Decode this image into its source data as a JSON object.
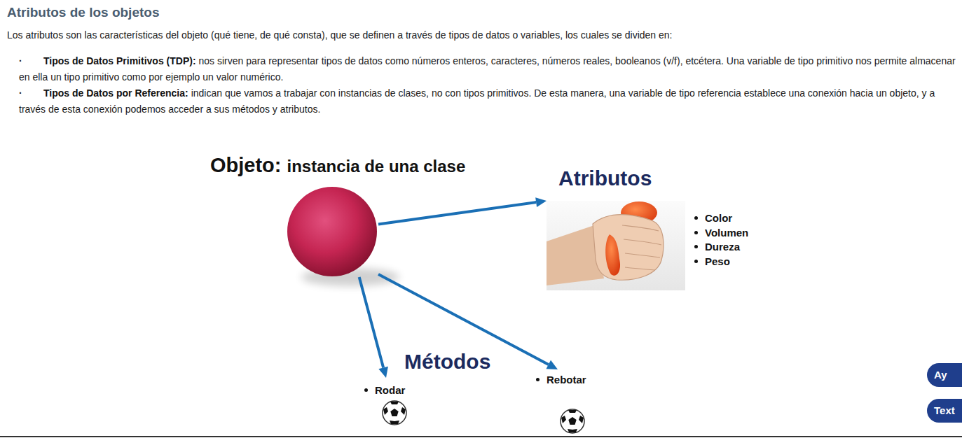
{
  "diagram": {
    "title": "Atributos de los objetos",
    "nodes": [
      {
        "text": [
          "Objeto:",
          "instancia de una clase"
        ]
      },
      {
        "text": [
          "Atributos",
          "Color",
          "Volumen",
          "Dureza",
          "Peso"
        ]
      },
      {
        "text": [
          "Rodar"
        ]
      },
      {
        "text": [
          "Rebotar"
        ]
      },
      {
        "text": [
          "Ay"
        ]
      },
      {
        "text": [
          "Text"
        ]
      }
    ],
    "edges": [
      {
        "from": 0,
        "to": 1,
        "arrow": "to"
      },
      {
        "from": 0,
        "to": 2,
        "arrow": "to"
      },
      {
        "from": 0,
        "to": 3,
        "arrow": "to"
      }
    ],
    "labels": [
      "Los atributos son las características del objeto (qué tiene, de qué consta), que se definen a través de tipos de datos o variables, los cuales se dividen en:",
      "·",
      "Tipos de Datos Primitivos (TDP):",
      "nos sirven para representar tipos de datos como números enteros, caracteres, números reales, booleanos (v/f), etcétera. Una variable de tipo primitivo nos permite almacenar en ella un tipo primitivo como por ejemplo un valor numérico.",
      "·",
      "Tipos de Datos por Referencia:",
      "indican que vamos a trabajar con instancias de clases, no con tipos primitivos. De esta manera, una variable de tipo referencia establece una conexión hacia un objeto, y a través de esta conexión podemos acceder a sus métodos y atributos.",
      "Métodos"
    ]
  }
}
